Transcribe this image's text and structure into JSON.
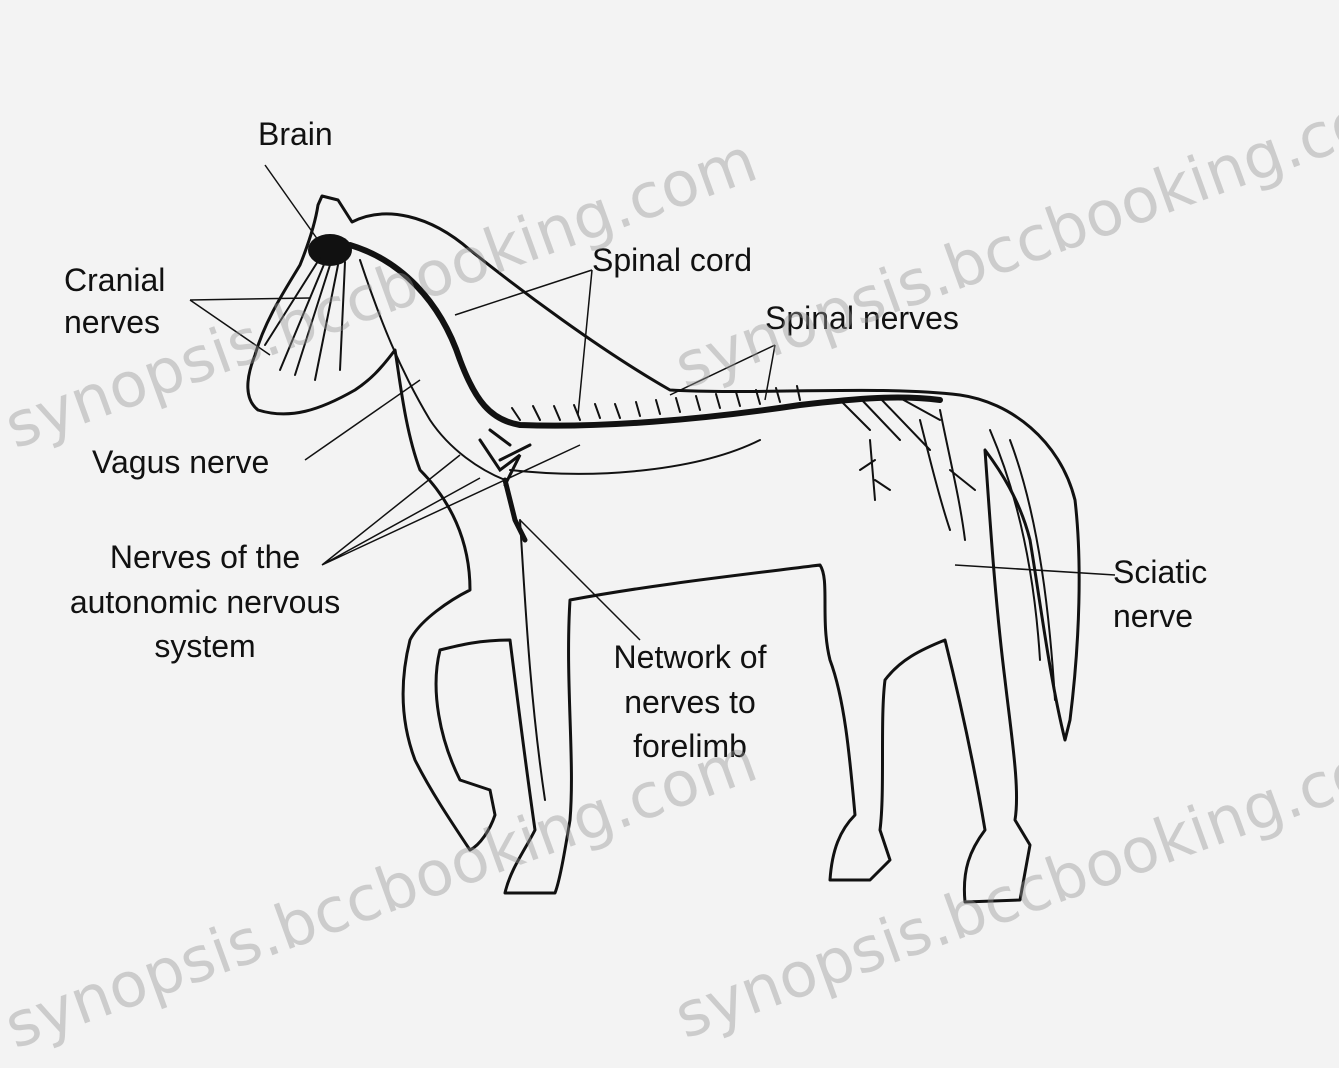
{
  "labels": {
    "brain": "Brain",
    "cranial_nerves": [
      "Cranial",
      "nerves"
    ],
    "spinal_cord": "Spinal cord",
    "spinal_nerves": "Spinal nerves",
    "vagus_nerve": "Vagus nerve",
    "autonomic": [
      "Nerves of the",
      "autonomic nervous",
      "system"
    ],
    "sciatic_nerve": [
      "Sciatic",
      "nerve"
    ],
    "forelimb_network": [
      "Network of",
      "nerves to",
      "forelimb"
    ]
  },
  "watermarks": [
    "synopsis.bccbooking.com",
    "synopsis.bccbooking.com",
    "synopsis.bccbooking.com",
    "synopsis.bccbooking.com"
  ],
  "colors": {
    "background": "#f3f3f3",
    "ink": "#111111",
    "watermark": "#969696"
  }
}
